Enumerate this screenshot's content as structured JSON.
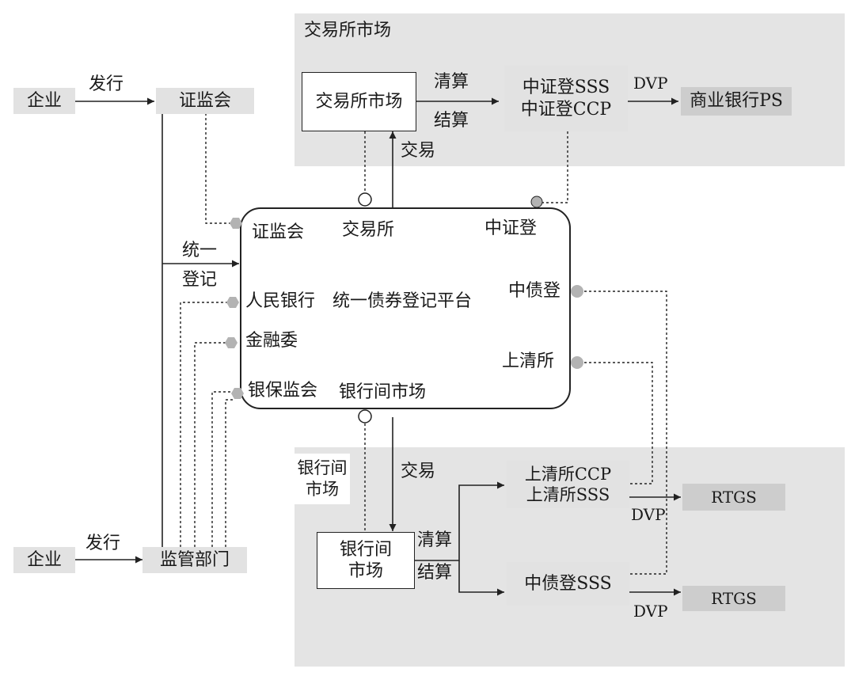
{
  "exchange_region": {
    "title": "交易所市场",
    "market_box": "交易所市场",
    "clearing": "清算",
    "settlement": "结算",
    "csdc_lines": [
      "中证登SSS",
      "中证登CCP"
    ],
    "dvp": "DVP",
    "bank_ps": "商业银行PS",
    "trade": "交易"
  },
  "interbank_region": {
    "side_label": [
      "银行间",
      "市场"
    ],
    "trade": "交易",
    "market_box": [
      "银行间",
      "市场"
    ],
    "clearing": "清算",
    "settlement": "结算",
    "shch_lines": [
      "上清所CCP",
      "上清所SSS"
    ],
    "ccdc_sss": "中债登SSS",
    "rtgs_1": "RTGS",
    "rtgs_2": "RTGS",
    "dvp_1": "DVP",
    "dvp_2": "DVP"
  },
  "left": {
    "enterprise_top": "企业",
    "issue_top": "发行",
    "csrc_top": "证监会",
    "unified_register": [
      "统一",
      "登记"
    ],
    "enterprise_bottom": "企业",
    "issue_bottom": "发行",
    "regulator": "监管部门"
  },
  "platform": {
    "csrc": "证监会",
    "exchange": "交易所",
    "csdc": "中证登",
    "pboc": "人民银行",
    "center": "统一债券登记平台",
    "ccdc": "中债登",
    "fsdc": "金融委",
    "shch": "上清所",
    "cbirc": "银保监会",
    "interbank": "银行间市场"
  },
  "colors": {
    "region": "#e4e4e4",
    "box_grey": "#e2e2e2",
    "box_dark": "#cdcdcd",
    "node": "#b3b3b3",
    "line": "#222222"
  }
}
